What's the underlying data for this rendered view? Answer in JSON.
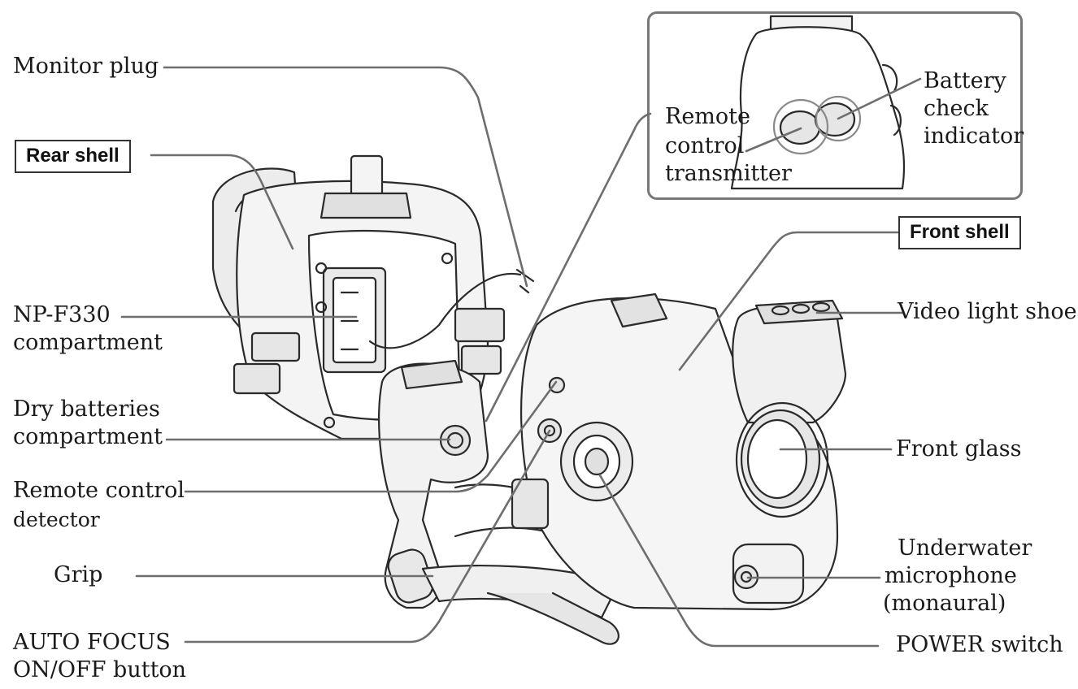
{
  "boxed_labels": {
    "rear_shell": "Rear shell",
    "front_shell": "Front shell"
  },
  "labels": {
    "monitor_plug": "Monitor plug",
    "np_f330": [
      "NP-F330",
      "compartment"
    ],
    "dry_batteries": [
      "Dry batteries",
      "compartment"
    ],
    "remote_detector": [
      "Remote control",
      "detector"
    ],
    "grip": "Grip",
    "auto_focus": [
      "AUTO FOCUS",
      "ON/OFF button"
    ],
    "video_light_shoe": "Video light shoe",
    "front_glass": "Front glass",
    "underwater_mic": [
      "Underwater",
      "microphone",
      "(monaural)"
    ],
    "power_switch": "POWER switch",
    "remote_transmitter": [
      "Remote",
      "control",
      "transmitter"
    ],
    "battery_check": [
      "Battery",
      "check",
      "indicator"
    ]
  },
  "colors": {
    "leader_line": "#6e6e6e",
    "outline": "#2a2a2a",
    "shade": "#d9d9d9",
    "inset_border": "#777777"
  }
}
